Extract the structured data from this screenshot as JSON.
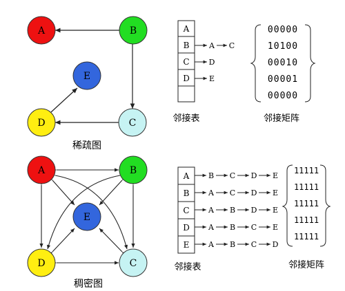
{
  "colors": {
    "red": "#ee1111",
    "green": "#22dd22",
    "blue": "#3366dd",
    "yellow": "#ffee11",
    "cyan": "#c6f3f3",
    "edge": "#222222"
  },
  "sparse": {
    "caption": "稀疏图",
    "nodes": [
      {
        "id": "A",
        "color": "red"
      },
      {
        "id": "B",
        "color": "green"
      },
      {
        "id": "E",
        "color": "blue"
      },
      {
        "id": "D",
        "color": "yellow"
      },
      {
        "id": "C",
        "color": "cyan"
      }
    ],
    "edges": [
      [
        "B",
        "A"
      ],
      [
        "B",
        "C"
      ],
      [
        "C",
        "D"
      ],
      [
        "D",
        "E"
      ]
    ],
    "adj_list": {
      "caption": "邻接表",
      "rows": [
        {
          "head": "A",
          "neighbors": []
        },
        {
          "head": "B",
          "neighbors": [
            "A",
            "C"
          ]
        },
        {
          "head": "C",
          "neighbors": [
            "D"
          ]
        },
        {
          "head": "D",
          "neighbors": [
            "E"
          ]
        }
      ]
    },
    "matrix": {
      "caption": "邻接矩阵",
      "rows": [
        "00000",
        "10100",
        "00010",
        "00001",
        "00000"
      ]
    }
  },
  "dense": {
    "caption": "稠密图",
    "nodes": [
      {
        "id": "A",
        "color": "red"
      },
      {
        "id": "B",
        "color": "green"
      },
      {
        "id": "E",
        "color": "blue"
      },
      {
        "id": "D",
        "color": "yellow"
      },
      {
        "id": "C",
        "color": "cyan"
      }
    ],
    "adj_list": {
      "caption": "邻接表",
      "rows": [
        {
          "head": "A",
          "neighbors": [
            "B",
            "C",
            "D",
            "E"
          ]
        },
        {
          "head": "B",
          "neighbors": [
            "A",
            "C",
            "D",
            "E"
          ]
        },
        {
          "head": "C",
          "neighbors": [
            "A",
            "B",
            "D",
            "E"
          ]
        },
        {
          "head": "D",
          "neighbors": [
            "A",
            "B",
            "C",
            "E"
          ]
        },
        {
          "head": "E",
          "neighbors": [
            "A",
            "B",
            "C",
            "D"
          ]
        }
      ]
    },
    "matrix": {
      "caption": "邻接矩阵",
      "rows": [
        "11111",
        "11111",
        "11111",
        "11111",
        "11111"
      ]
    }
  }
}
